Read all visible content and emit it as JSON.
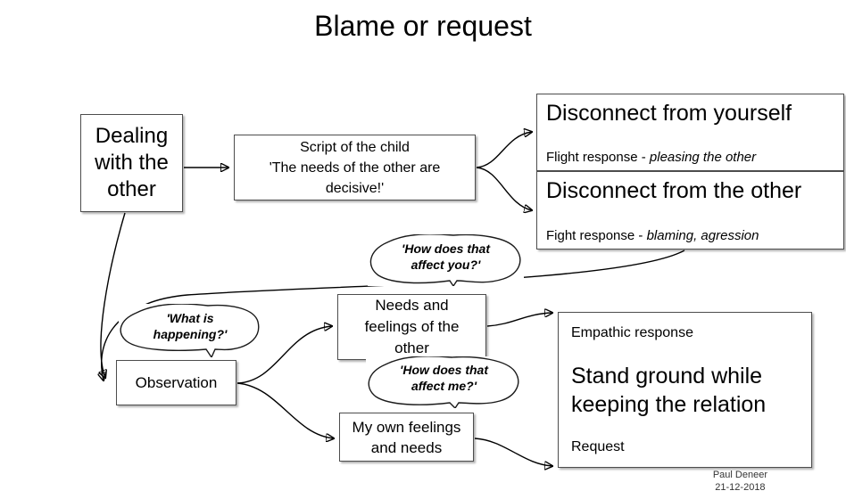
{
  "title": "Blame or request",
  "boxes": {
    "dealing": {
      "text": "Dealing with the other"
    },
    "script": {
      "line1": "Script of the child",
      "line2": "'The needs of the other are",
      "line3": "decisive!'"
    },
    "disconnect_self": {
      "heading": "Disconnect from yourself",
      "sub_prefix": "Flight response - ",
      "sub_emphasis": "pleasing the other"
    },
    "disconnect_other": {
      "heading": "Disconnect from the other",
      "sub_prefix": "Fight response - ",
      "sub_emphasis": "blaming, agression"
    },
    "observation": {
      "text": "Observation"
    },
    "needs_other": {
      "line1": "Needs and",
      "line2": "feelings of the",
      "line3": "other"
    },
    "my_feelings": {
      "line1": "My own feelings",
      "line2": "and needs"
    },
    "stand_ground": {
      "top_label": "Empathic response",
      "heading_line1": "Stand ground while",
      "heading_line2": "keeping the relation",
      "bottom_label": "Request"
    }
  },
  "bubbles": {
    "affect_you": {
      "line1": "'How does that",
      "line2": "affect you?'"
    },
    "what_happening": {
      "line1": "'What is",
      "line2": "happening?'"
    },
    "affect_me": {
      "line1": "'How does that",
      "line2": "affect me?'"
    }
  },
  "footer": {
    "author": "Paul Deneer",
    "date": "21-12-2018"
  },
  "colors": {
    "background": "#ffffff",
    "box_border": "#4d4d4d",
    "text": "#000000",
    "connector": "#000000"
  }
}
